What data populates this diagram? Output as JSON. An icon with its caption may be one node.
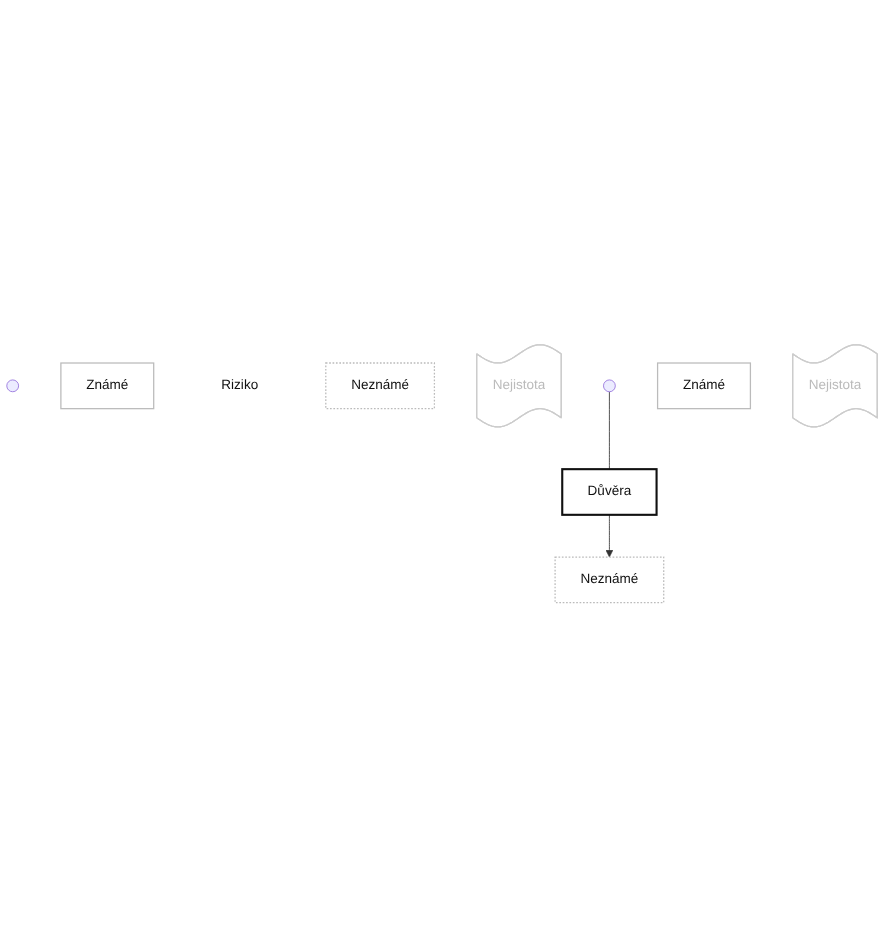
{
  "diagram": {
    "nodes": [
      {
        "text": [],
        "shape": "circle"
      },
      {
        "text": [
          "Známé"
        ]
      },
      {
        "text": [
          "Riziko"
        ]
      },
      {
        "text": [
          "Neznámé"
        ]
      },
      {
        "text": [
          "Nejistota"
        ]
      },
      {
        "text": [],
        "shape": "circle"
      },
      {
        "text": [
          "Známé"
        ]
      },
      {
        "text": [
          "Důvěra"
        ]
      },
      {
        "text": [
          "Neznámé"
        ]
      },
      {
        "text": [
          "Nejistota"
        ]
      }
    ],
    "edges": [
      {
        "from": 5,
        "to": 7,
        "arrow": "none"
      },
      {
        "from": 7,
        "to": 8,
        "arrow": "to"
      }
    ]
  }
}
